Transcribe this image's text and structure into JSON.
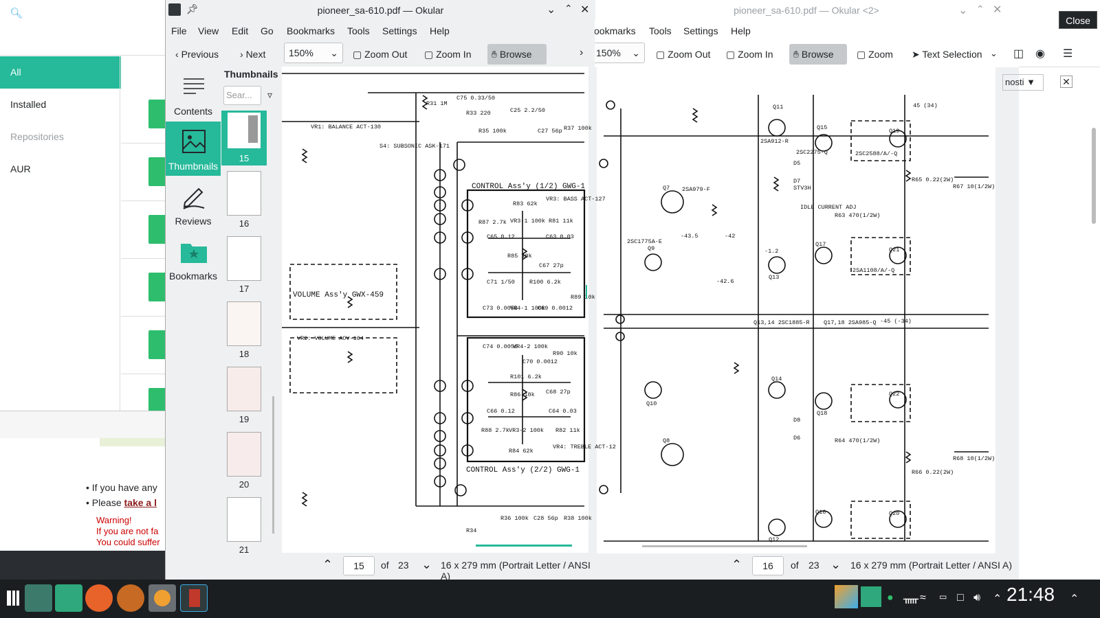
{
  "bg_app": {
    "nav": [
      {
        "label": "All",
        "active": true
      },
      {
        "label": "Installed"
      },
      {
        "label": "Repositories",
        "muted": true
      },
      {
        "label": "AUR"
      }
    ],
    "bullets": [
      "If you have any",
      "Please"
    ],
    "bullet_link": "take a l",
    "warning": [
      "Warning!",
      "If you are not fa",
      "You could suffer"
    ]
  },
  "okular": {
    "title": "pioneer_sa-610.pdf — Okular",
    "menu": [
      "File",
      "View",
      "Edit",
      "Go",
      "Bookmarks",
      "Tools",
      "Settings",
      "Help"
    ],
    "toolbar": {
      "previous": "Previous",
      "next": "Next",
      "zoom_value": "150%",
      "zoom_out": "Zoom Out",
      "zoom_in": "Zoom In",
      "browse": "Browse"
    },
    "sidetabs": [
      "Contents",
      "Thumbnails",
      "Reviews",
      "Bookmarks"
    ],
    "thumbnails": {
      "header": "Thumbnails",
      "search_placeholder": "Sear...",
      "pages": [
        "15",
        "16",
        "17",
        "18",
        "19",
        "20",
        "21"
      ]
    },
    "status": {
      "current_page": "15",
      "of_label": "of",
      "total_pages": "23",
      "page_size": "16 x 279 mm (Portrait Letter / ANSI A)"
    }
  },
  "okular2": {
    "title": "pioneer_sa-610.pdf — Okular <2>",
    "menu": [
      "ookmarks",
      "Tools",
      "Settings",
      "Help"
    ],
    "toolbar": {
      "zoom_value": "150%",
      "zoom_out": "Zoom Out",
      "zoom_in": "Zoom In",
      "browse": "Browse",
      "zoom": "Zoom",
      "text_selection": "Text Selection"
    },
    "status": {
      "current_page": "16",
      "of_label": "of",
      "total_pages": "23",
      "page_size": "16 x 279 mm (Portrait Letter / ANSI A)"
    }
  },
  "right_strip": {
    "combo": "nosti ▼"
  },
  "tooltip": "Close",
  "schematic": {
    "labels": [
      "CONTROL Ass'y (1/2) GWG-1",
      "CONTROL Ass'y (2/2) GWG-1",
      "VOLUME Ass'y GWX-459",
      "VR1: BALANCE ACT-130",
      "S4: SUBSONIC ASK-171",
      "VR2: VOLUME ACV-164",
      "VR3: BASS ACT-127",
      "VR4: TREBLE ACT-12",
      "R31 1M",
      "C75 0.33/50",
      "R33 220",
      "C25 2.2/50",
      "R35 100k",
      "C27 56p",
      "R37 100k",
      "R83 62k",
      "R87 2.7k",
      "VR3-1 100k",
      "R81 11k",
      "C65 0.12",
      "C63 0.03",
      "R85 18k",
      "C67 27p",
      "C71 1/50",
      "R100 6.2k",
      "C73 0.0056",
      "VR4-1 100k",
      "C69 0.0012",
      "R89 10k",
      "C74 0.0056",
      "VR4-2 100k",
      "R90 10k",
      "C70 0.0012",
      "R101 6.2k",
      "R86 18k",
      "C68 27p",
      "C66 0.12",
      "C64 0.03",
      "R88 2.7k",
      "VR3-2 100k",
      "R82 11k",
      "R84 62k",
      "R36 100k",
      "C28 56p",
      "R38 100k",
      "R34"
    ],
    "labels2": [
      "Q11",
      "Q15",
      "Q19",
      "Q7",
      "Q9",
      "Q13",
      "Q17",
      "Q21",
      "Q10",
      "Q14",
      "Q18",
      "Q22",
      "Q8",
      "Q12",
      "Q16",
      "Q20",
      "2SC2588/A/-Q",
      "2SA1108/A/-Q",
      "2SC2275-Q",
      "2SA912-R",
      "2SA979-F",
      "2SC1775A-E",
      "IDLE CURRENT ADJ",
      "STV3H",
      "Q13,14 2SC1885-R",
      "Q17,18 2SA985-Q",
      "R65 0.22(2W)",
      "R66 0.22(2W)",
      "R67 10(1/2W)",
      "R68 10(1/2W)",
      "R63 470(1/2W)",
      "R64 470(1/2W)",
      "-43.5",
      "-42",
      "-42.6",
      "-1.2",
      "-45 (-34)",
      "45 (34)",
      "D7",
      "D8",
      "D6",
      "D5"
    ]
  }
}
